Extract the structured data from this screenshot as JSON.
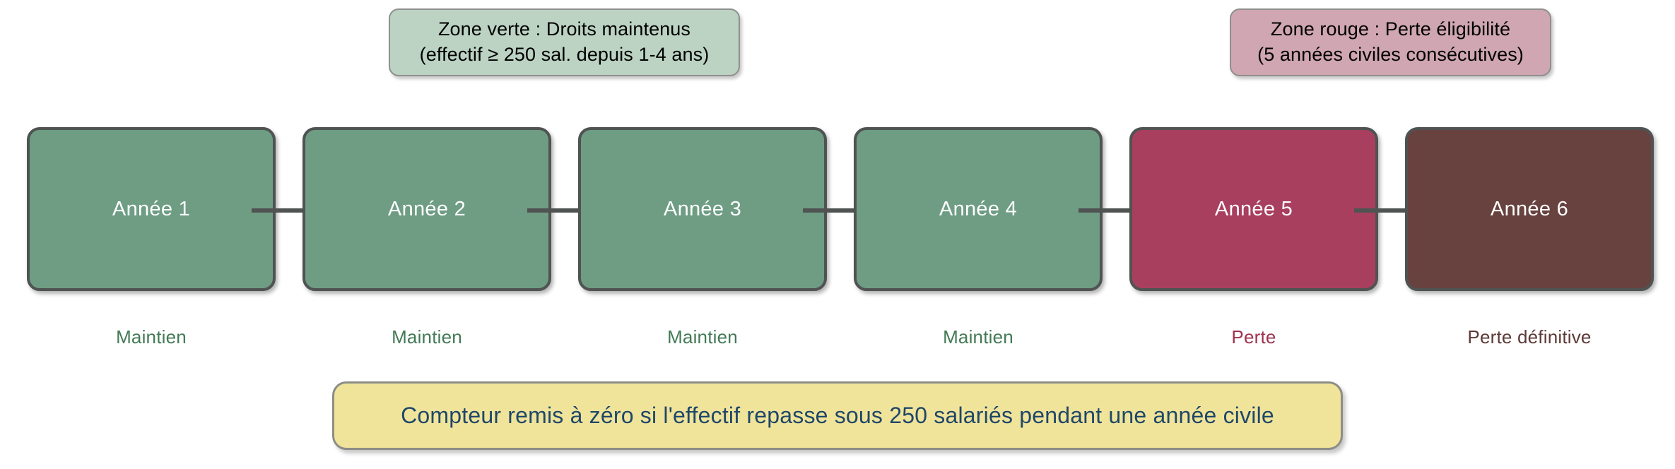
{
  "legends": {
    "green": {
      "line1": "Zone verte : Droits maintenus",
      "line2": "(effectif ≥ 250 sal. depuis 1-4 ans)",
      "fill_color": "#bcd3c3",
      "border_color": "#8f8f8f"
    },
    "red": {
      "line1": "Zone rouge : Perte éligibilité",
      "line2": "(5 années civiles consécutives)",
      "fill_color": "#cfa6b1",
      "border_color": "#8f8f8f"
    }
  },
  "timeline": {
    "arrow_color": "#4f5352",
    "boxes": [
      {
        "label": "Année 1",
        "status": "Maintien",
        "fill_color": "#6e9d84",
        "status_color": "#437a56"
      },
      {
        "label": "Année 2",
        "status": "Maintien",
        "fill_color": "#6e9d84",
        "status_color": "#437a56"
      },
      {
        "label": "Année 3",
        "status": "Maintien",
        "fill_color": "#6e9d84",
        "status_color": "#437a56"
      },
      {
        "label": "Année 4",
        "status": "Maintien",
        "fill_color": "#6e9d84",
        "status_color": "#437a56"
      },
      {
        "label": "Année 5",
        "status": "Perte",
        "fill_color": "#a93f5f",
        "status_color": "#9f3350"
      },
      {
        "label": "Année 6",
        "status": "Perte définitive",
        "fill_color": "#68423f",
        "status_color": "#5d3a37"
      }
    ]
  },
  "footnote": {
    "text": "Compteur remis à zéro si l'effectif repasse sous 250 salariés pendant une année civile",
    "fill_color": "#f0e49b",
    "text_color": "#1f4768"
  }
}
